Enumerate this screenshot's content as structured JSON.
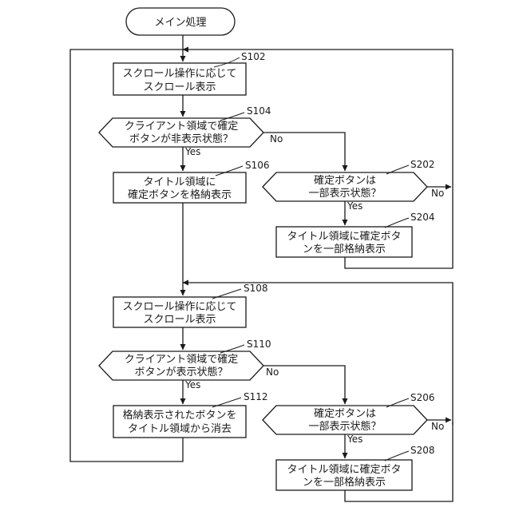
{
  "start": {
    "label": "メイン処理"
  },
  "steps": {
    "s102": {
      "id": "S102",
      "lines": [
        "スクロール操作に応じて",
        "スクロール表示"
      ]
    },
    "s104": {
      "id": "S104",
      "lines": [
        "クライアント領域で確定",
        "ボタンが非表示状態？"
      ]
    },
    "s106": {
      "id": "S106",
      "lines": [
        "タイトル領域に",
        "確定ボタンを格納表示"
      ]
    },
    "s202": {
      "id": "S202",
      "lines": [
        "確定ボタンは",
        "一部表示状態？"
      ]
    },
    "s204": {
      "id": "S204",
      "lines": [
        "タイトル領域に確定ボタ",
        "ンを一部格納表示"
      ]
    },
    "s108": {
      "id": "S108",
      "lines": [
        "スクロール操作に応じて",
        "スクロール表示"
      ]
    },
    "s110": {
      "id": "S110",
      "lines": [
        "クライアント領域で確定",
        "ボタンが表示状態？"
      ]
    },
    "s112": {
      "id": "S112",
      "lines": [
        "格納表示されたボタンを",
        "タイトル領域から消去"
      ]
    },
    "s206": {
      "id": "S206",
      "lines": [
        "確定ボタンは",
        "一部表示状態？"
      ]
    },
    "s208": {
      "id": "S208",
      "lines": [
        "タイトル領域に確定ボタ",
        "ンを一部格納表示"
      ]
    }
  },
  "branch_labels": {
    "yes": "Yes",
    "no": "No"
  }
}
